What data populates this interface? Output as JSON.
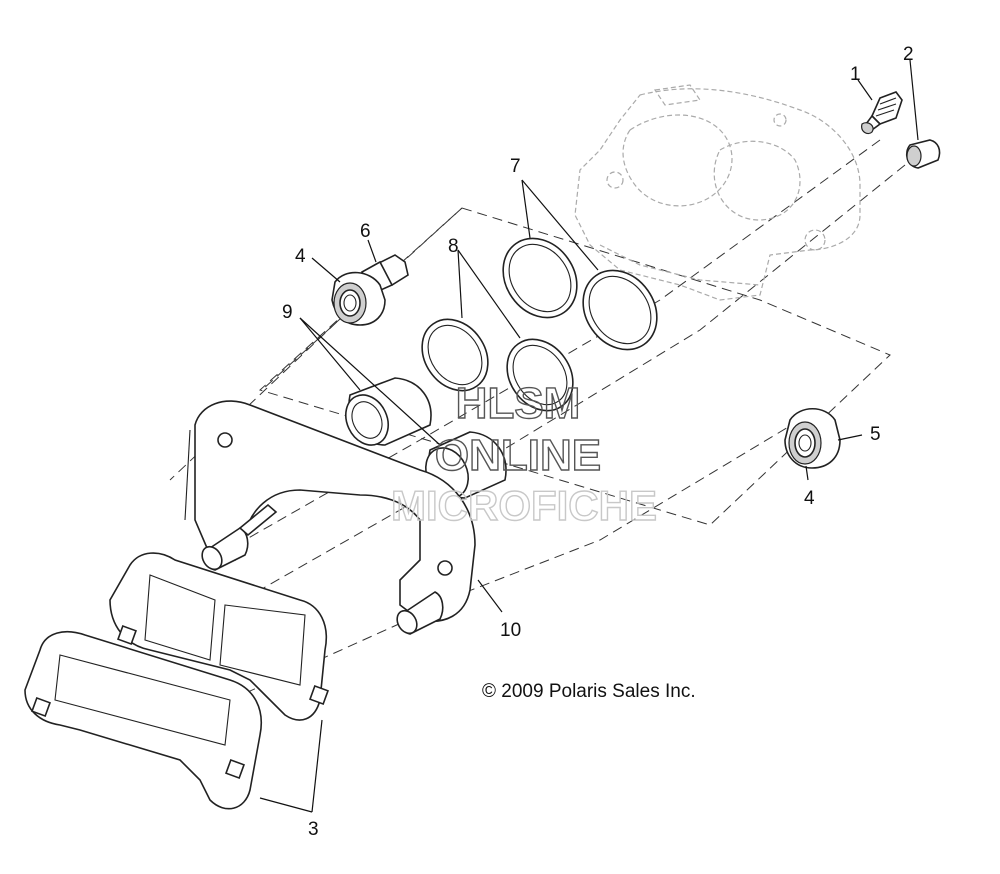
{
  "callouts": [
    {
      "id": "c1",
      "text": "1"
    },
    {
      "id": "c2",
      "text": "2"
    },
    {
      "id": "c3",
      "text": "3"
    },
    {
      "id": "c4a",
      "text": "4"
    },
    {
      "id": "c4b",
      "text": "4"
    },
    {
      "id": "c5",
      "text": "5"
    },
    {
      "id": "c6",
      "text": "6"
    },
    {
      "id": "c7",
      "text": "7"
    },
    {
      "id": "c8",
      "text": "8"
    },
    {
      "id": "c9",
      "text": "9"
    },
    {
      "id": "c10",
      "text": "10"
    }
  ],
  "copyright": "© 2009 Polaris Sales Inc.",
  "watermark": {
    "line1": "HLSM",
    "line2": "ONLINE",
    "line3": "MICROFICHE"
  }
}
